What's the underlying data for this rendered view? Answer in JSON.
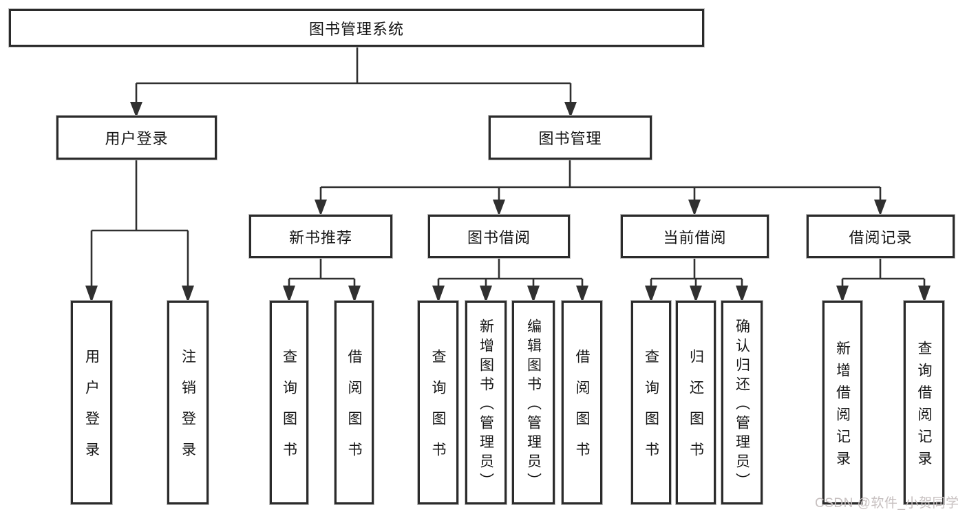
{
  "nodes": {
    "root": "图书管理系统",
    "level2": [
      "用户登录",
      "图书管理"
    ],
    "level3": [
      "新书推荐",
      "图书借阅",
      "当前借阅",
      "借阅记录"
    ],
    "leaves": [
      "用户登录",
      "注销登录",
      "查询图书",
      "借阅图书",
      "查询图书",
      "新增图书（管理员）",
      "编辑图书（管理员）",
      "借阅图书",
      "查询图书",
      "归还图书",
      "确认归还（管理员）",
      "新增借阅记录",
      "查询借阅记录"
    ]
  },
  "hierarchy": {
    "图书管理系统": [
      "用户登录",
      "图书管理"
    ],
    "用户登录": [
      "用户登录",
      "注销登录"
    ],
    "图书管理": [
      "新书推荐",
      "图书借阅",
      "当前借阅",
      "借阅记录"
    ],
    "新书推荐": [
      "查询图书",
      "借阅图书"
    ],
    "图书借阅": [
      "查询图书",
      "新增图书（管理员）",
      "编辑图书（管理员）",
      "借阅图书"
    ],
    "当前借阅": [
      "查询图书",
      "归还图书",
      "确认归还（管理员）"
    ],
    "借阅记录": [
      "新增借阅记录",
      "查询借阅记录"
    ]
  },
  "watermark": "CSDN @软件_小贺同学",
  "colors": {
    "line": "#303030",
    "box_border": "#2b2b2b",
    "text": "#161616",
    "watermark": "#c7c0c0",
    "background": "#ffffff"
  }
}
